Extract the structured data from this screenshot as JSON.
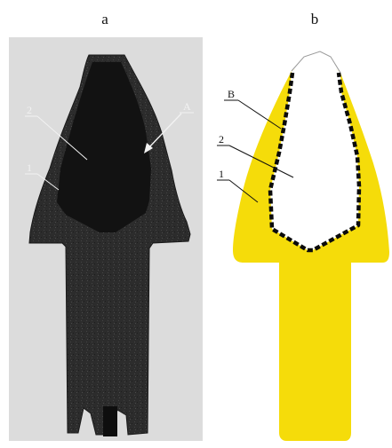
{
  "panels": {
    "left": {
      "letter": "a",
      "callouts": {
        "region_1": "1",
        "region_2": "2",
        "boundary": "A"
      }
    },
    "right": {
      "letter": "b",
      "callouts": {
        "region_1": "1",
        "region_2": "2",
        "boundary": "B"
      }
    }
  },
  "colors": {
    "photo_background": "#dcdcdc",
    "part_dark": "#2e2e2e",
    "cavity_dark": "#121212",
    "schematic_fill": "#f5dc0a",
    "boundary_dashes": "#0b0b0b",
    "tip_outline": "#9a9a9a"
  }
}
